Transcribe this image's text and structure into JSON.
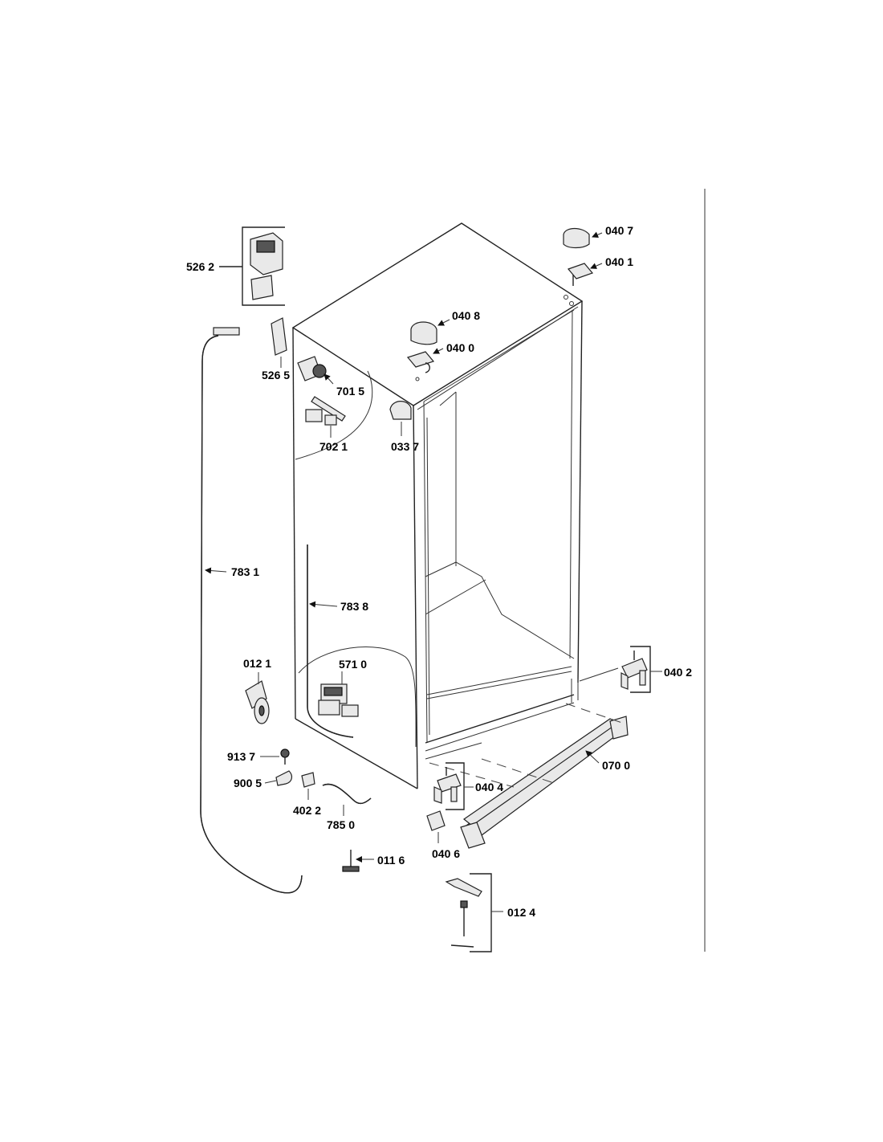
{
  "diagram": {
    "labels": {
      "l5262": "526 2",
      "l5265": "526 5",
      "l7015": "701 5",
      "l7021": "702 1",
      "l0337": "033 7",
      "l0407": "040 7",
      "l0401": "040 1",
      "l0408": "040 8",
      "l0400": "040 0",
      "l7831": "783 1",
      "l7838": "783 8",
      "l0121": "012 1",
      "l5710": "571 0",
      "l0402": "040 2",
      "l0700": "070 0",
      "l0404": "040 4",
      "l9137": "913 7",
      "l9005": "900 5",
      "l4022": "402 2",
      "l7850": "785 0",
      "l0406": "040 6",
      "l0116": "011 6",
      "l0124": "012 4"
    },
    "colors": {
      "line": "#222222",
      "part_fill": "#e9e9e9",
      "dark_fill": "#555555",
      "background": "#ffffff"
    }
  }
}
